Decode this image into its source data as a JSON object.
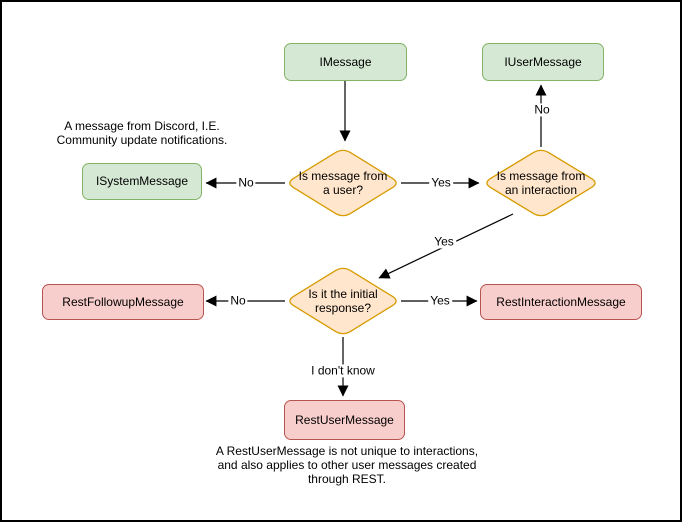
{
  "diagram": {
    "type": "flowchart",
    "background": "#ffffff",
    "colors": {
      "green_fill": "#d5e8d4",
      "green_stroke": "#82b366",
      "orange_fill": "#ffe6cc",
      "orange_stroke": "#d79b00",
      "red_fill": "#f8cecc",
      "red_stroke": "#b85450",
      "line": "#000000",
      "text": "#000000"
    },
    "nodes": {
      "imessage": {
        "label": "IMessage",
        "shape": "rounded-rect",
        "color": "green"
      },
      "iusermessage": {
        "label": "IUserMessage",
        "shape": "rounded-rect",
        "color": "green"
      },
      "isystemmessage": {
        "label": "ISystemMessage",
        "shape": "rounded-rect",
        "color": "green"
      },
      "q_is_from_user": {
        "label": "Is message from a user?",
        "lines": [
          "Is message from",
          "a user?"
        ],
        "shape": "diamond",
        "color": "orange"
      },
      "q_is_from_interaction": {
        "label": "Is message from an interaction",
        "lines": [
          "Is message from",
          "an interaction"
        ],
        "shape": "diamond",
        "color": "orange"
      },
      "q_is_initial_response": {
        "label": "Is it the initial response?",
        "lines": [
          "Is it the initial",
          "response?"
        ],
        "shape": "diamond",
        "color": "orange"
      },
      "restfollowupmessage": {
        "label": "RestFollowupMessage",
        "shape": "rounded-rect",
        "color": "red"
      },
      "restinteractionmessage": {
        "label": "RestInteractionMessage",
        "shape": "rounded-rect",
        "color": "red"
      },
      "restusermessage": {
        "label": "RestUserMessage",
        "shape": "rounded-rect",
        "color": "red"
      }
    },
    "edges": [
      {
        "from": "IMessage",
        "to": "Is message from a user?",
        "label": ""
      },
      {
        "from": "Is message from a user?",
        "to": "ISystemMessage",
        "label": "No"
      },
      {
        "from": "Is message from a user?",
        "to": "Is message from an interaction",
        "label": "Yes"
      },
      {
        "from": "Is message from an interaction",
        "to": "IUserMessage",
        "label": "No"
      },
      {
        "from": "Is message from an interaction",
        "to": "Is it the initial response?",
        "label": "Yes"
      },
      {
        "from": "Is it the initial response?",
        "to": "RestFollowupMessage",
        "label": "No"
      },
      {
        "from": "Is it the initial response?",
        "to": "RestInteractionMessage",
        "label": "Yes"
      },
      {
        "from": "Is it the initial response?",
        "to": "RestUserMessage",
        "label": "I don't know"
      }
    ],
    "notes": {
      "system_message_note": {
        "text": "A message from Discord, I.E. Community update notifications.",
        "lines": [
          "A message from Discord, I.E.",
          "Community update notifications."
        ]
      },
      "rest_user_message_note": {
        "text": "A RestUserMessage is not unique to interactions, and also applies to other user messages created through REST.",
        "lines": [
          "A RestUserMessage is not unique to interactions,",
          "and also applies to other user messages created",
          "through REST."
        ]
      }
    }
  }
}
